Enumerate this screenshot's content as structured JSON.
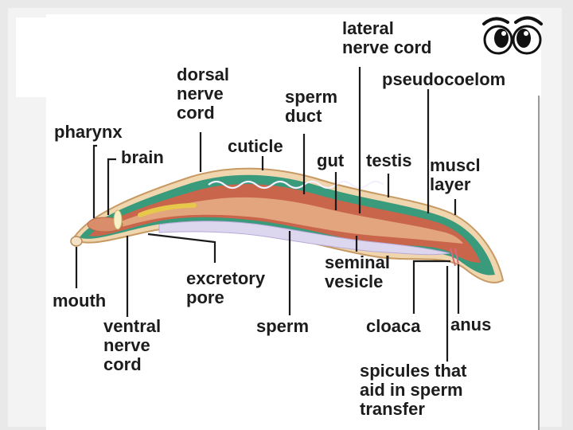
{
  "labels": {
    "lateral_nerve_cord": "lateral\nnerve cord",
    "pseudocoelom": "pseudocoelom",
    "dorsal_nerve_cord": "dorsal\nnerve\ncord",
    "sperm_duct": "sperm\nduct",
    "pharynx": "pharynx",
    "brain": "brain",
    "cuticle": "cuticle",
    "gut": "gut",
    "testis": "testis",
    "muscl_layer": "muscl\nlayer",
    "mouth": "mouth",
    "excretory_pore": "excretory\npore",
    "seminal_vesicle": "seminal\nvesicle",
    "ventral_nerve_cord": "ventral\nnerve\ncord",
    "sperm": "sperm",
    "cloaca": "cloaca",
    "anus": "anus",
    "spicules": "spicules that\naid in sperm\ntransfer"
  },
  "colors": {
    "body_outline": "#e8c28e",
    "body_tissue": "#cf6a4a",
    "pseudocoelom": "#2f8f73",
    "gut": "#e0a07a",
    "reproductive": "#d9d4ea",
    "leader_line": "#1a1a1a"
  },
  "icon": "googly-eyes-icon"
}
